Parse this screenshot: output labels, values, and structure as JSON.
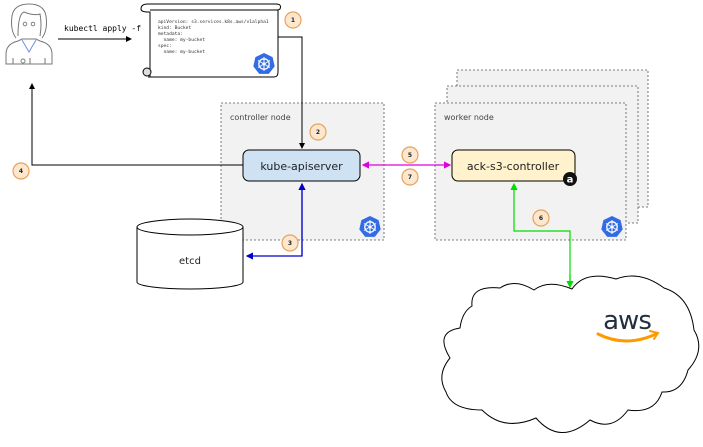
{
  "user": {
    "label": "user"
  },
  "command": {
    "text": "kubectl apply -f"
  },
  "manifest": {
    "lines": [
      "apiVersion: s3.services.k8s.aws/v1alpha1",
      "kind: Bucket",
      "metadata:",
      "  name: my-bucket",
      "spec:",
      "  name: my-bucket"
    ]
  },
  "controller_node": {
    "label": "controller node"
  },
  "worker_node": {
    "label": "worker node"
  },
  "kube_apiserver": {
    "label": "kube-apiserver",
    "fill": "#cfe2f3"
  },
  "ack_controller": {
    "label": "ack-s3-controller",
    "fill": "#fff2cc"
  },
  "etcd": {
    "label": "etcd"
  },
  "aws": {
    "label": "aws",
    "smile_color": "#ff9900",
    "text_color": "#232f3e"
  },
  "steps": [
    "1",
    "2",
    "3",
    "4",
    "5",
    "6",
    "7"
  ],
  "colors": {
    "k8s_blue": "#326ce5",
    "flow_black": "#000000",
    "flow_blue": "#0000cc",
    "flow_magenta": "#e000e0",
    "flow_green": "#00dd00",
    "badge_fill": "#fde8cf",
    "badge_stroke": "#e8a15a"
  }
}
